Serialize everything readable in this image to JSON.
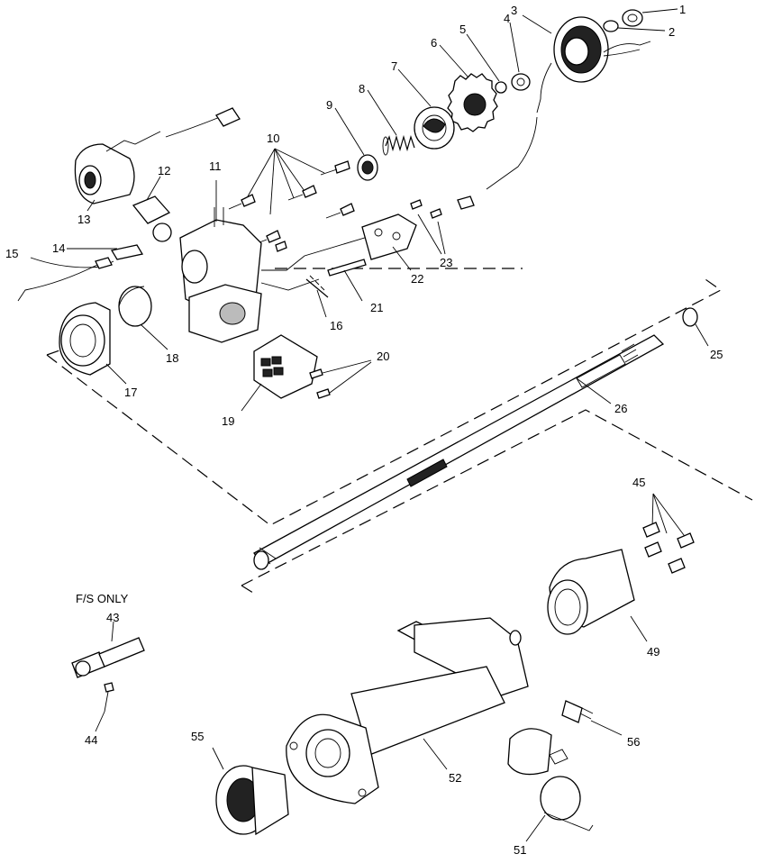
{
  "note": "F/S ONLY",
  "callouts": {
    "c1": "1",
    "c2": "2",
    "c3": "3",
    "c4": "4",
    "c5": "5",
    "c6": "6",
    "c7": "7",
    "c8": "8",
    "c9": "9",
    "c10": "10",
    "c11": "11",
    "c12": "12",
    "c13": "13",
    "c14": "14",
    "c15": "15",
    "c16": "16",
    "c17": "17",
    "c18": "18",
    "c19": "19",
    "c20": "20",
    "c21": "21",
    "c22": "22",
    "c23": "23",
    "c25": "25",
    "c26": "26",
    "c43": "43",
    "c44": "44",
    "c45": "45",
    "c49": "49",
    "c51": "51",
    "c52": "52",
    "c55": "55",
    "c56": "56"
  }
}
